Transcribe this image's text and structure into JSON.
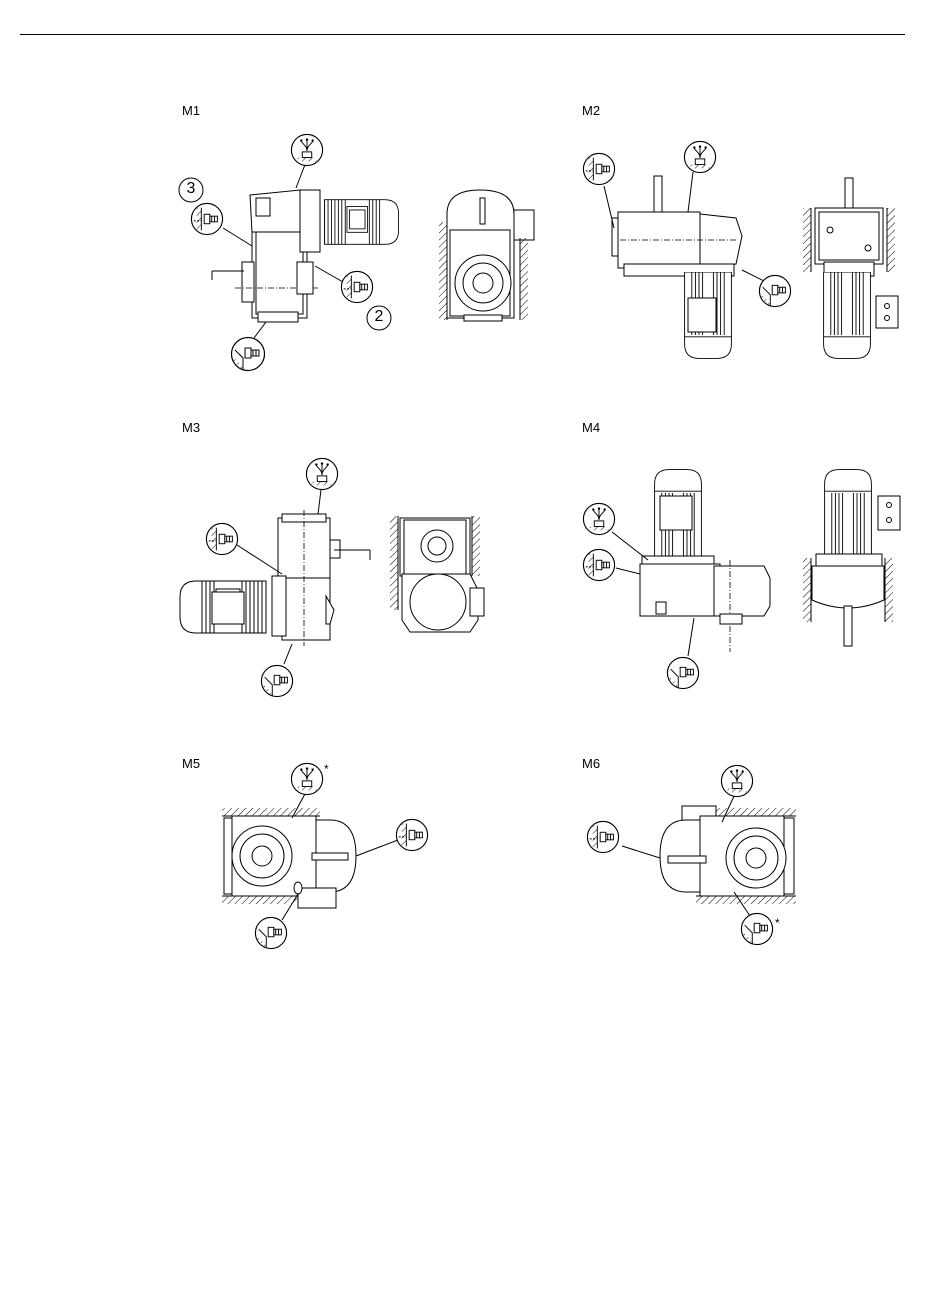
{
  "document": {
    "panels": [
      {
        "id": "m1",
        "label": "M1"
      },
      {
        "id": "m2",
        "label": "M2"
      },
      {
        "id": "m3",
        "label": "M3"
      },
      {
        "id": "m4",
        "label": "M4"
      },
      {
        "id": "m5",
        "label": "M5"
      },
      {
        "id": "m6",
        "label": "M6"
      }
    ],
    "callouts": {
      "three": "3",
      "two": "2",
      "asterisk": "*"
    }
  },
  "icons": [
    "vent-plug-icon",
    "oil-level-plug-icon",
    "drain-plug-icon"
  ]
}
